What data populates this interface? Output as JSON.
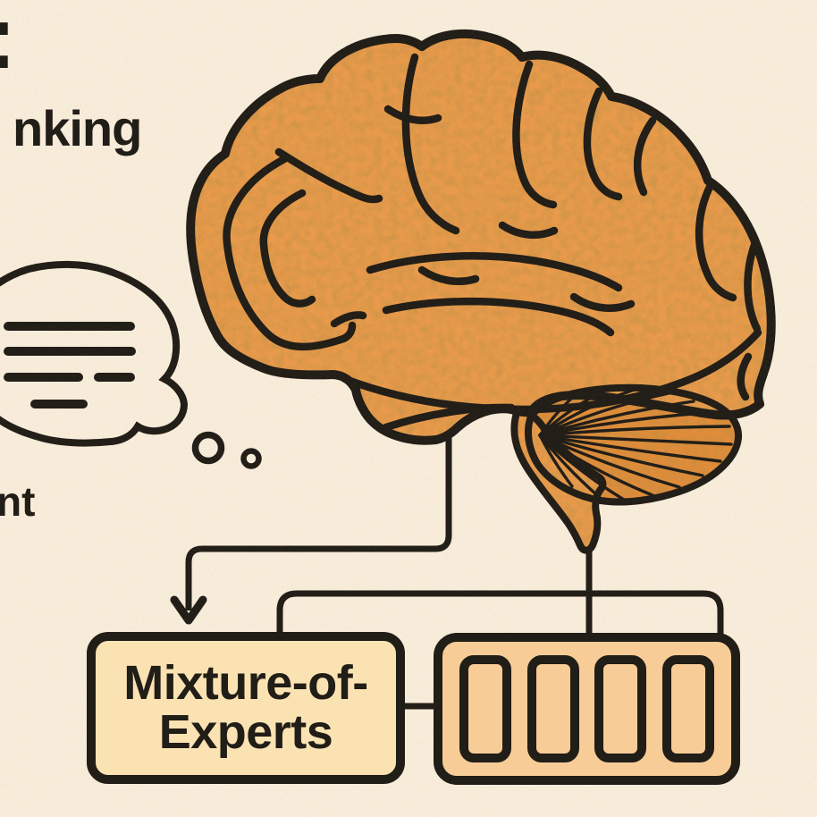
{
  "canvas": {
    "background": "#f8ecda",
    "ink": "#211d17"
  },
  "header": {
    "colon_fragment": ":",
    "word_fragment": "nking"
  },
  "left_text": {
    "word_fragment": "nt"
  },
  "illustration": {
    "brain_fill": "#e99a4a",
    "cerebellum_fill": "#e18c39",
    "bubble_fill": "#f8ecda",
    "bubble_line_count": 4,
    "thought_dot_count": 2
  },
  "moe_box": {
    "line1": "Mixture-of-",
    "line2": "Experts",
    "fill": "#fbe2b2"
  },
  "experts_box": {
    "slot_count": 4,
    "fill": "#f7cc96"
  }
}
